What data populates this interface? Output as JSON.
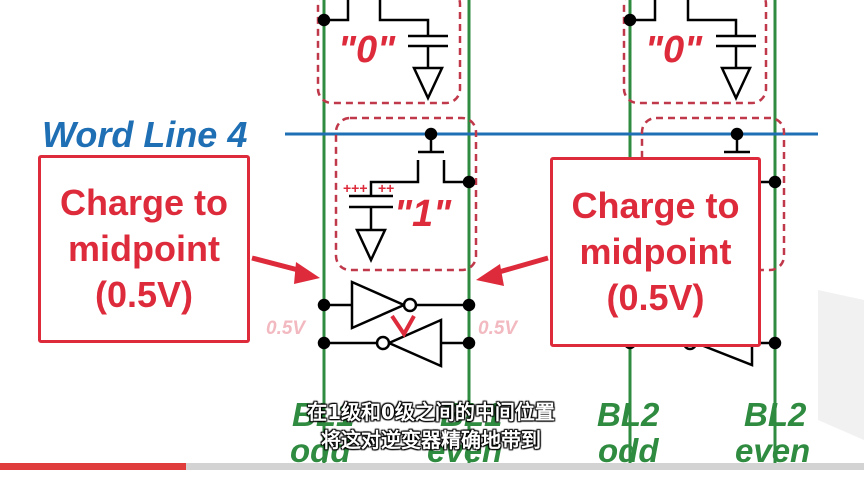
{
  "diagram": {
    "word_line_label": "Word Line 4",
    "cell_left_top_value": "\"0\"",
    "cell_right_top_value": "\"0\"",
    "cell_middle_value": "\"1\"",
    "cell_middle_charge": "+++",
    "cell_middle_charge2": "++",
    "voltage_left": "0.5V",
    "voltage_right": "0.5V",
    "bitlines": {
      "bl1_odd_top": "BL1",
      "bl1_odd_bottom": "odd",
      "bl1_even_top": "BL1",
      "bl1_even_bottom": "even",
      "bl2_odd_top": "BL2",
      "bl2_odd_bottom": "odd",
      "bl2_even_top": "BL2",
      "bl2_even_bottom": "even"
    },
    "colors": {
      "word_line": "#1f6fb5",
      "bitline": "#2e8b3f",
      "callout": "#dd2b3c",
      "dashed_cell": "#c0394b",
      "faded_voltage": "#f2b9c0"
    }
  },
  "callouts": {
    "left": {
      "line1": "Charge to",
      "line2": "midpoint",
      "line3": "(0.5V)"
    },
    "right": {
      "line1": "Charge to",
      "line2": "midpoint",
      "line3": "(0.5V)"
    }
  },
  "subtitles": {
    "line1": "在1级和0级之间的中间位置",
    "line2": "将这对逆变器精确地带到"
  },
  "video": {
    "progress": 0.215
  }
}
